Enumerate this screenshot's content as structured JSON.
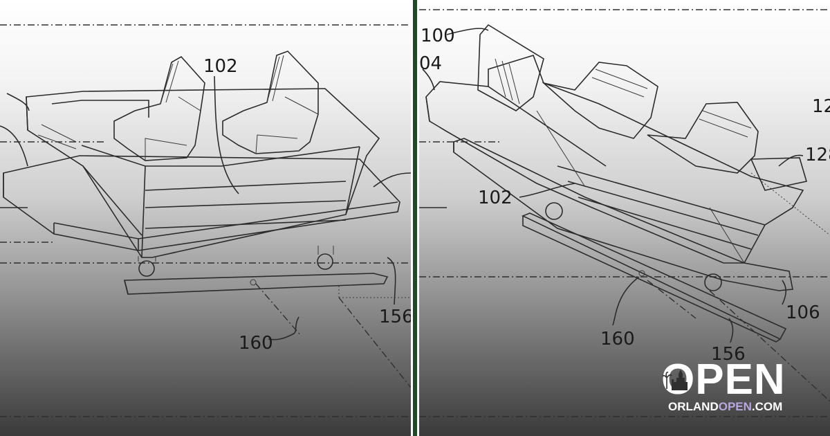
{
  "left_drawing": {
    "labels": {
      "ride_vehicle": "102",
      "track": "156",
      "pivot": "160"
    }
  },
  "right_drawing": {
    "labels": {
      "vehicle_body": "100",
      "edge_ref": "04",
      "ride_vehicle": "102",
      "side_ref": "12",
      "rear_ref": "128",
      "base_ref": "106",
      "pivot": "160",
      "track": "156"
    }
  },
  "brand": {
    "word": "OPEN",
    "site_prefix": "ORLAND",
    "site_highlight": "OPEN",
    "site_suffix": ".COM",
    "colors": {
      "divider": "#1f4a2a",
      "text": "#ffffff",
      "highlight": "#b9a7e0"
    }
  }
}
